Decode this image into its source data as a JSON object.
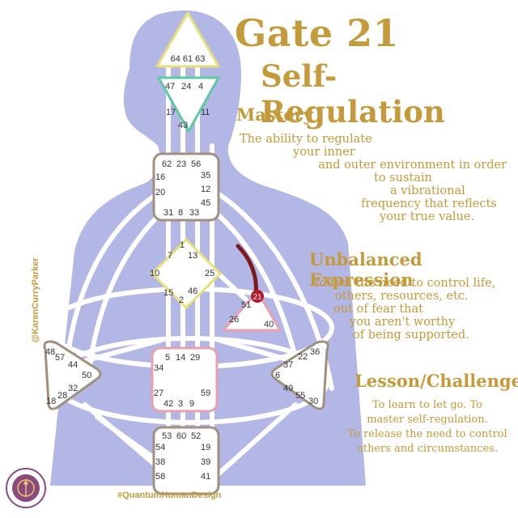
{
  "header": {
    "title": "Gate 21",
    "subtitle": "Self-Regulation"
  },
  "sections": {
    "mastery": {
      "heading": "Mastery",
      "lines": [
        "The ability to regulate",
        "your inner",
        "and outer environment in order",
        "to sustain",
        "a vibrational",
        "frequency that reflects",
        "your true value."
      ]
    },
    "unbalanced": {
      "heading": "Unbalanced Expression",
      "lines": [
        "To feel the need to control life,",
        "others, resources, etc.",
        "out of fear that",
        "you aren't worthy",
        "of being supported."
      ]
    },
    "lesson": {
      "heading": "Lesson/Challenge",
      "lines": [
        "To learn to let go. To",
        "master self-regulation.",
        "To release the need to control",
        "others and circumstances."
      ]
    }
  },
  "credits": {
    "handle": "@KarenCurryParker",
    "hashtag": "#QuantumHumanDesign"
  },
  "bodygraph": {
    "highlight_gate": "21",
    "head": {
      "gates": [
        "64",
        "61",
        "63"
      ]
    },
    "ajna": {
      "gates": [
        "47",
        "24",
        "4",
        "17",
        "11",
        "43"
      ]
    },
    "throat": {
      "gates": [
        "62",
        "23",
        "56",
        "16",
        "35",
        "20",
        "12",
        "45",
        "31",
        "8",
        "33"
      ]
    },
    "g_center": {
      "gates": [
        "1",
        "7",
        "13",
        "10",
        "25",
        "15",
        "46",
        "2"
      ]
    },
    "ego": {
      "gates": [
        "21",
        "51",
        "26",
        "40"
      ]
    },
    "sacral": {
      "gates": [
        "5",
        "14",
        "29",
        "34",
        "27",
        "59",
        "42",
        "3",
        "9"
      ]
    },
    "root": {
      "gates": [
        "53",
        "60",
        "52",
        "54",
        "19",
        "38",
        "39",
        "58",
        "41"
      ]
    },
    "spleen": {
      "gates": [
        "48",
        "57",
        "44",
        "50",
        "32",
        "28",
        "18"
      ]
    },
    "solar_plexus": {
      "gates": [
        "36",
        "22",
        "37",
        "6",
        "49",
        "55",
        "30"
      ]
    }
  },
  "colors": {
    "gold": "#c49a3a",
    "silhouette": "#b3b7e6",
    "channel": "#ffffff",
    "head_stroke": "#e8e07a",
    "ajna_stroke": "#5ec8a0",
    "throat_stroke": "#a0917f",
    "g_stroke": "#e8e07a",
    "ego_stroke": "#e7a0b0",
    "sacral_stroke": "#e7a0b0",
    "root_stroke": "#a0917f",
    "spleen_stroke": "#a0917f",
    "solar_stroke": "#a0917f",
    "highlight": "#b3182b"
  }
}
